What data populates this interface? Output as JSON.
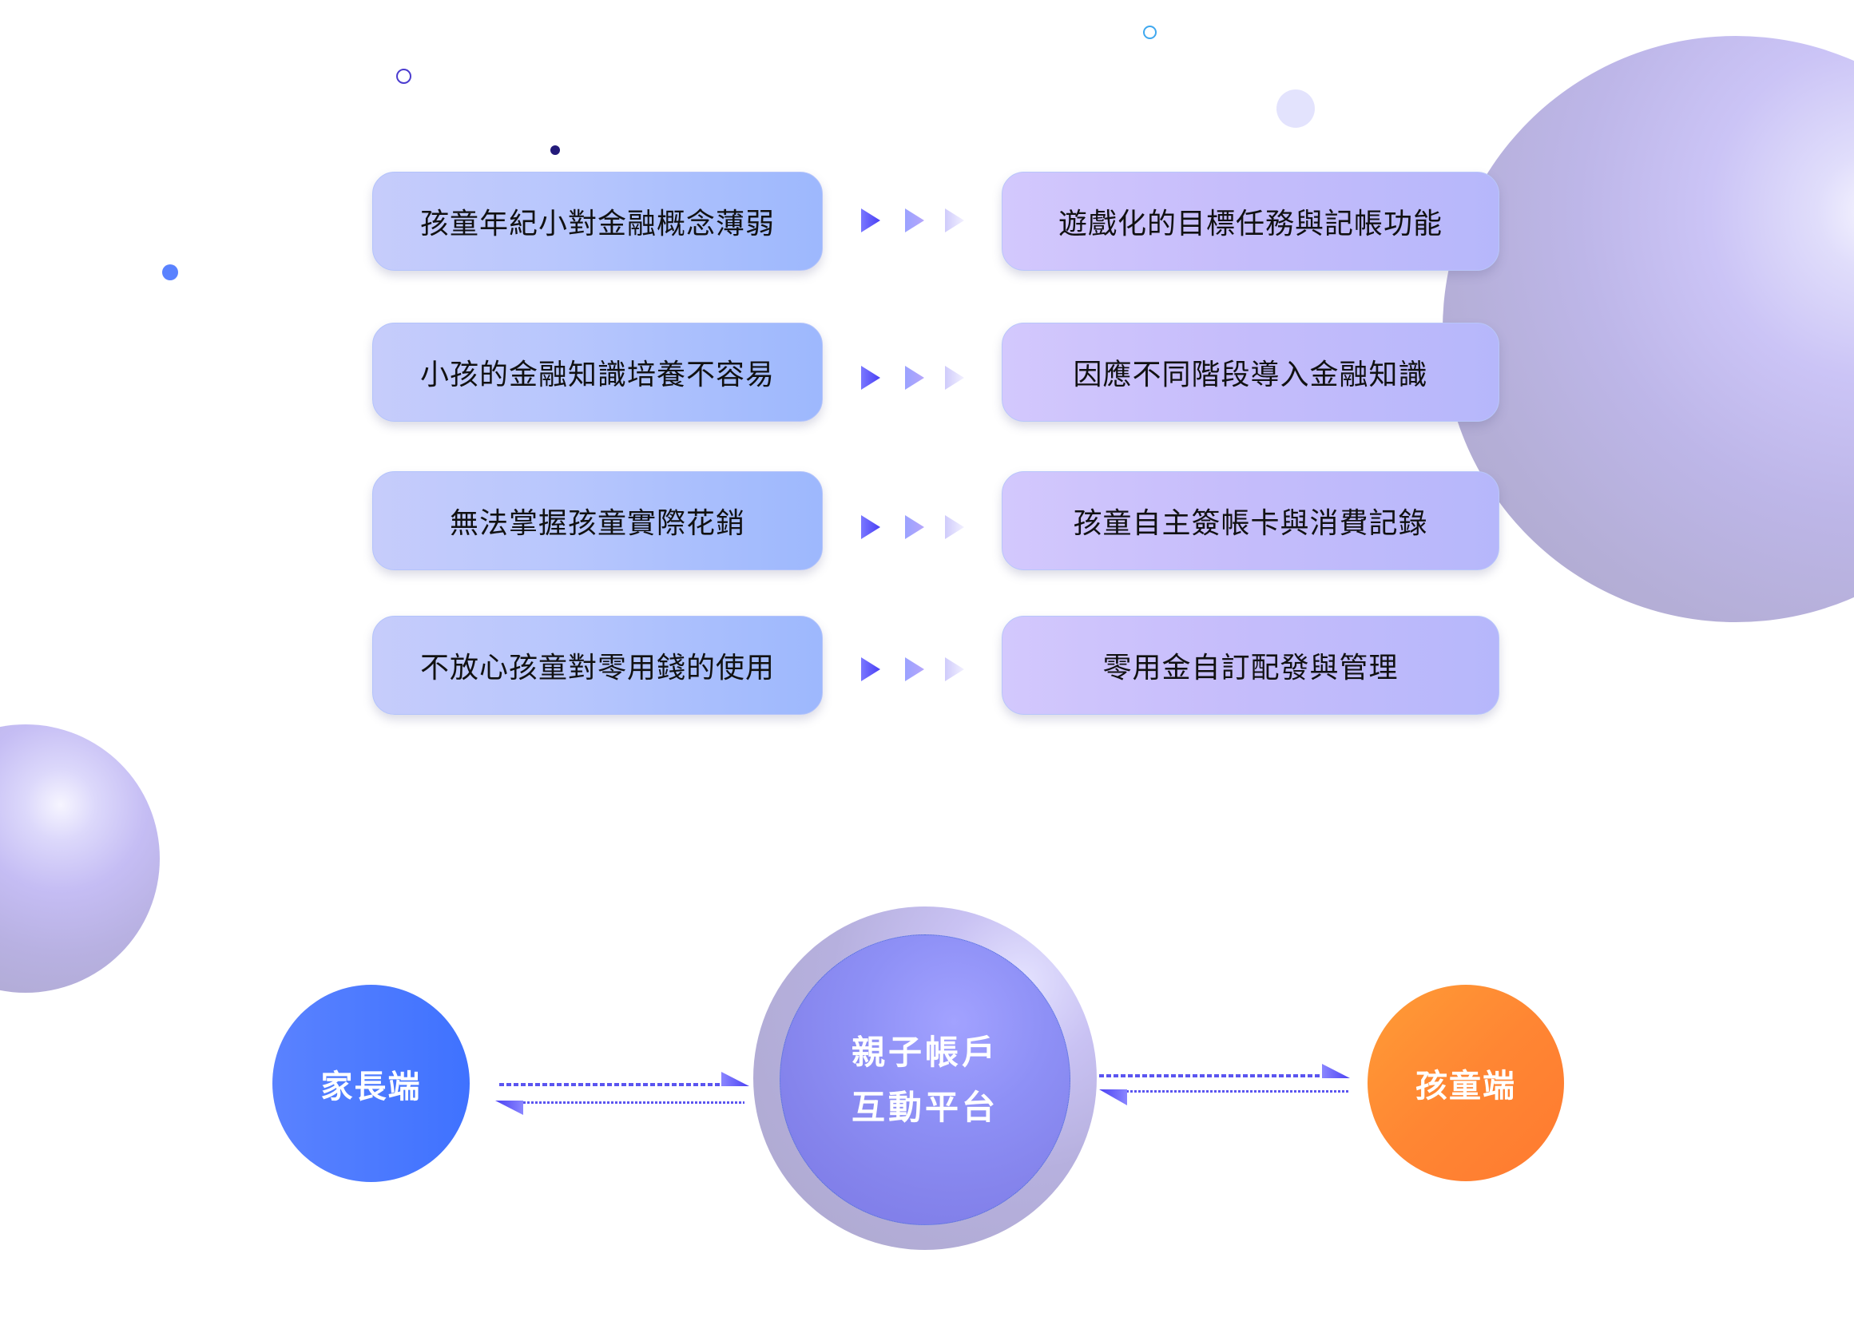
{
  "problems_solutions": {
    "rows": [
      {
        "problem": "孩童年紀小對金融概念薄弱",
        "solution": "遊戲化的目標任務與記帳功能"
      },
      {
        "problem": "小孩的金融知識培養不容易",
        "solution": "因應不同階段導入金融知識"
      },
      {
        "problem": "無法掌握孩童實際花銷",
        "solution": "孩童自主簽帳卡與消費記錄"
      },
      {
        "problem": "不放心孩童對零用錢的使用",
        "solution": "零用金自訂配發與管理"
      }
    ],
    "arrow_icon": "triple-play-arrow-icon"
  },
  "platform_diagram": {
    "parent_node": "家長端",
    "hub_line1": "親子帳戶",
    "hub_line2": "互動平台",
    "child_node": "孩童端",
    "connector": "bidirectional-dotted-arrows"
  },
  "colors": {
    "parent_node": "#4a78ff",
    "child_node": "#ff8633",
    "hub": "#8e90f6",
    "problem_card": "#b3c3fd",
    "solution_card": "#c6bdfb",
    "arrow": "#4a40f2"
  }
}
